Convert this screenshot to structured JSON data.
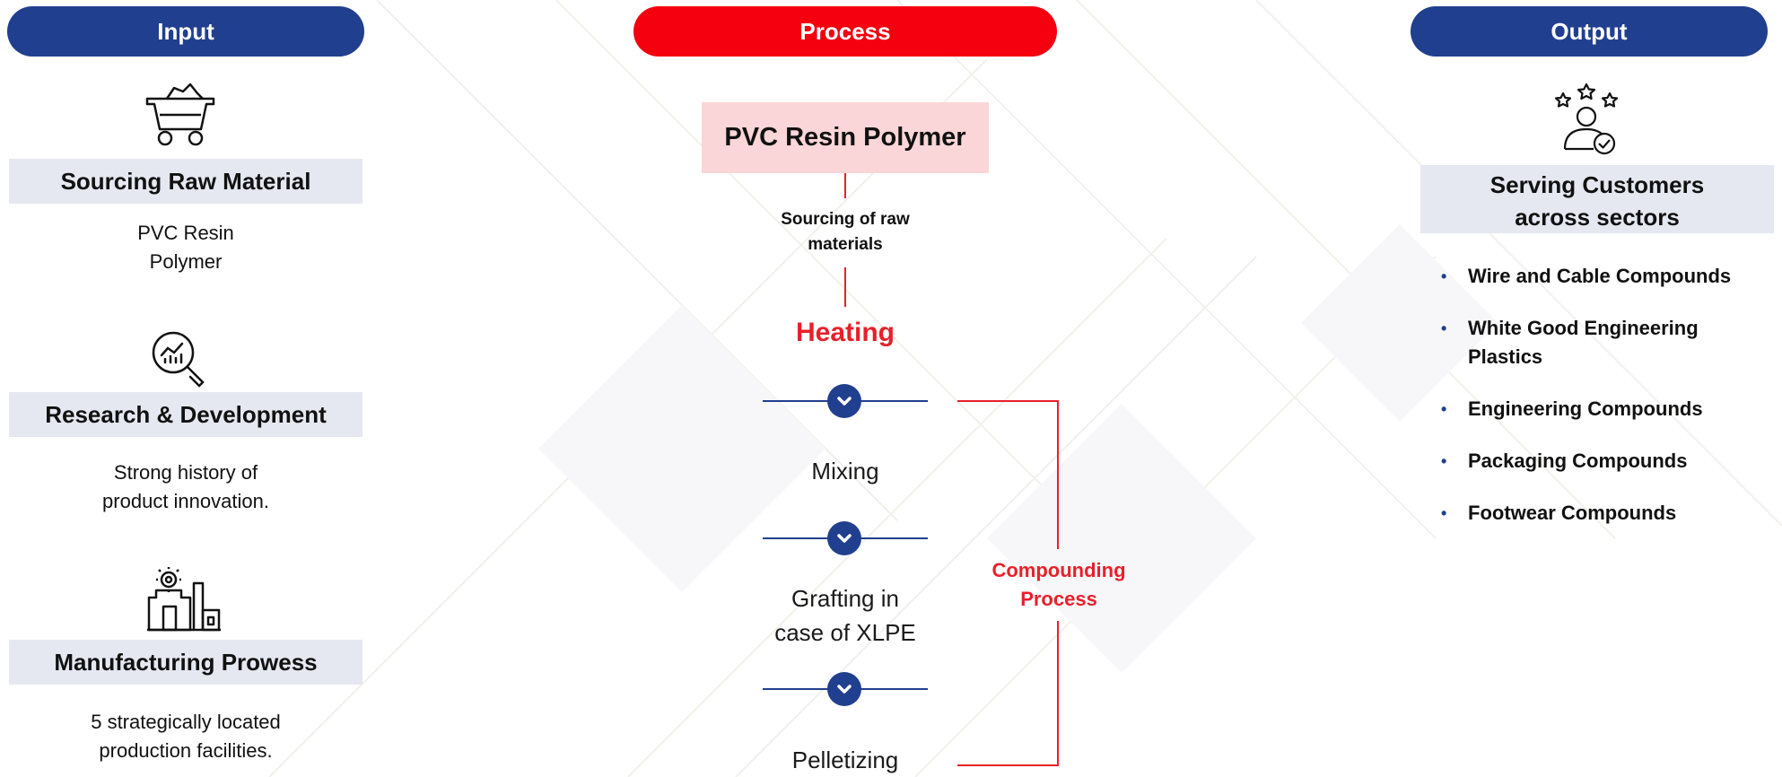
{
  "input": {
    "header": "Input",
    "items": [
      {
        "title": "Sourcing Raw Material",
        "lines": [
          "PVC Resin",
          "Polymer"
        ],
        "icon": "mining-cart-icon"
      },
      {
        "title": "Research & Development",
        "lines": [
          "Strong history of",
          "product innovation."
        ],
        "icon": "analytics-magnifier-icon"
      },
      {
        "title": "Manufacturing Prowess",
        "lines": [
          "5 strategically located",
          "production facilities."
        ],
        "icon": "factory-gear-icon"
      }
    ]
  },
  "process": {
    "header": "Process",
    "top_box": "PVC Resin Polymer",
    "sourcing_label": [
      "Sourcing of raw",
      "materials"
    ],
    "heating": "Heating",
    "steps": [
      [
        "Mixing"
      ],
      [
        "Grafting in",
        "case of XLPE"
      ],
      [
        "Pelletizing"
      ]
    ],
    "bracket_label": [
      "Compounding",
      "Process"
    ],
    "chevron_icon": "chevron-down-icon"
  },
  "output": {
    "header": "Output",
    "title": [
      "Serving Customers",
      "across sectors"
    ],
    "icon": "customer-rating-icon",
    "items": [
      [
        "Wire and Cable Compounds"
      ],
      [
        "White Good Engineering",
        "Plastics"
      ],
      [
        "Engineering Compounds"
      ],
      [
        "Packaging Compounds"
      ],
      [
        "Footwear Compounds"
      ]
    ]
  },
  "colors": {
    "blue": "#213f8f",
    "red": "#f4000f",
    "band": "#e5e8f1",
    "pink": "#fbd6d8"
  }
}
